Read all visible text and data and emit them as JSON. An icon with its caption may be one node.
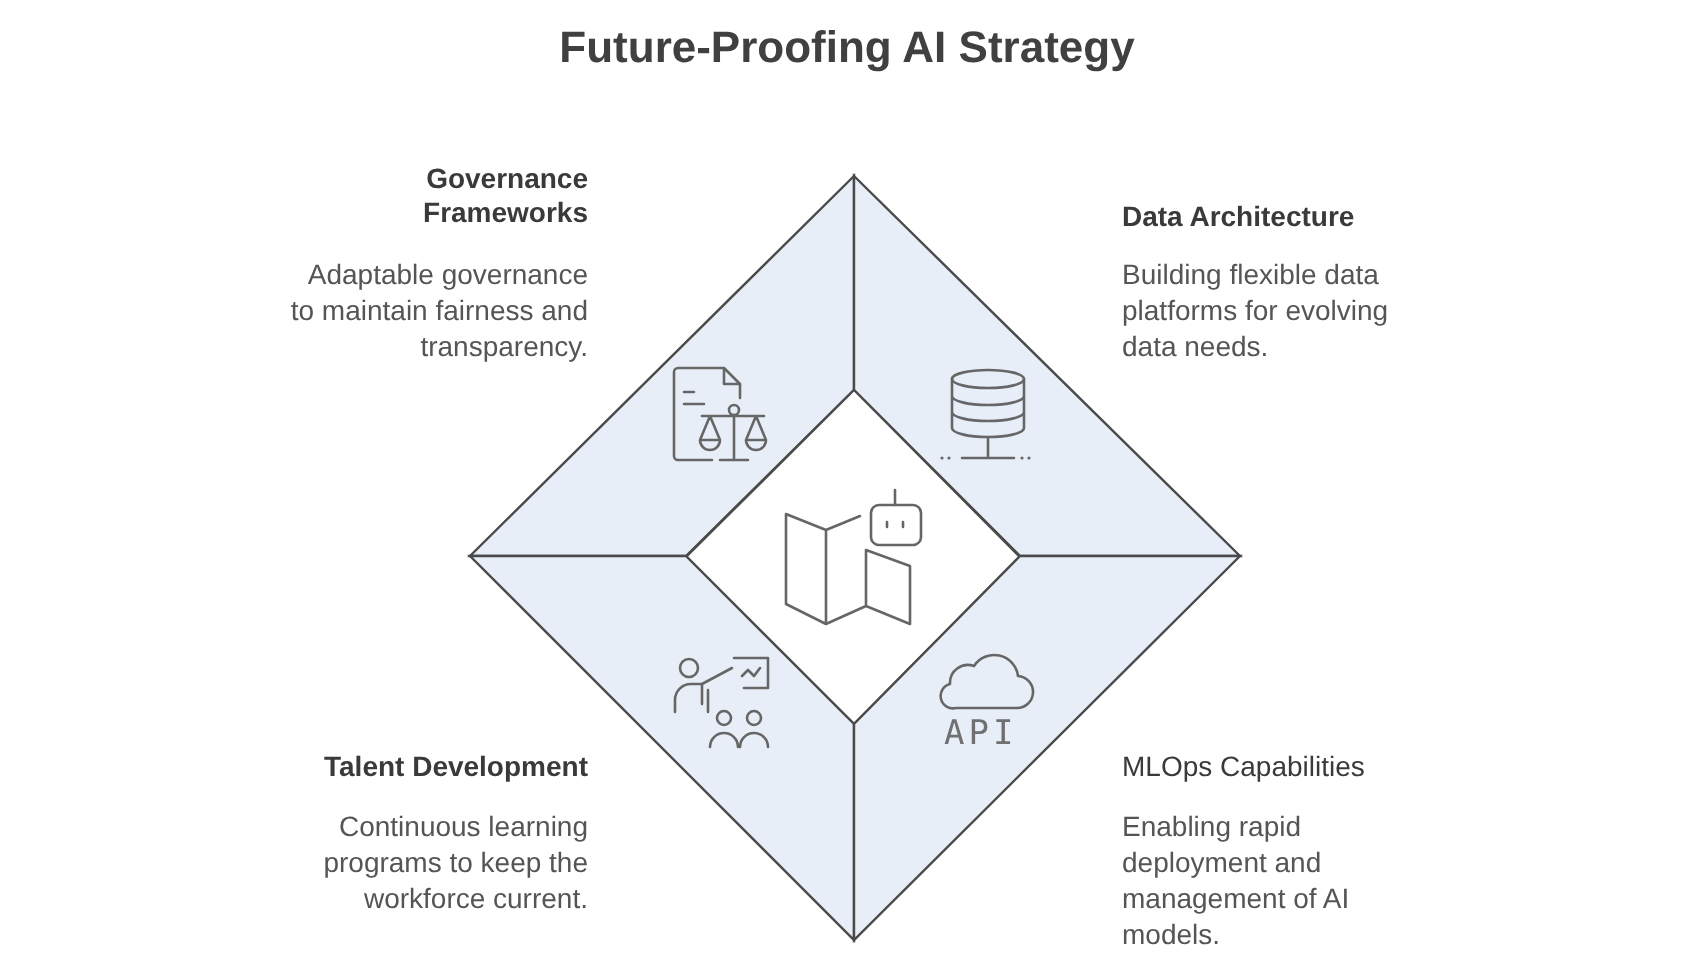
{
  "diagram": {
    "title": "Future-Proofing AI Strategy",
    "nodes": [
      {
        "text": [
          "Governance Frameworks",
          "Adaptable governance to maintain fairness and transparency."
        ]
      },
      {
        "text": [
          "Data Architecture",
          "Building flexible data platforms for evolving data needs."
        ]
      },
      {
        "text": [],
        "shape": "diamond"
      },
      {
        "text": [
          "Talent Development",
          "Continuous learning programs to keep the workforce current."
        ]
      },
      {
        "text": [
          "MLOps Capabilities",
          "Enabling rapid deployment and management of AI models."
        ]
      }
    ],
    "labels": [
      "API"
    ]
  }
}
